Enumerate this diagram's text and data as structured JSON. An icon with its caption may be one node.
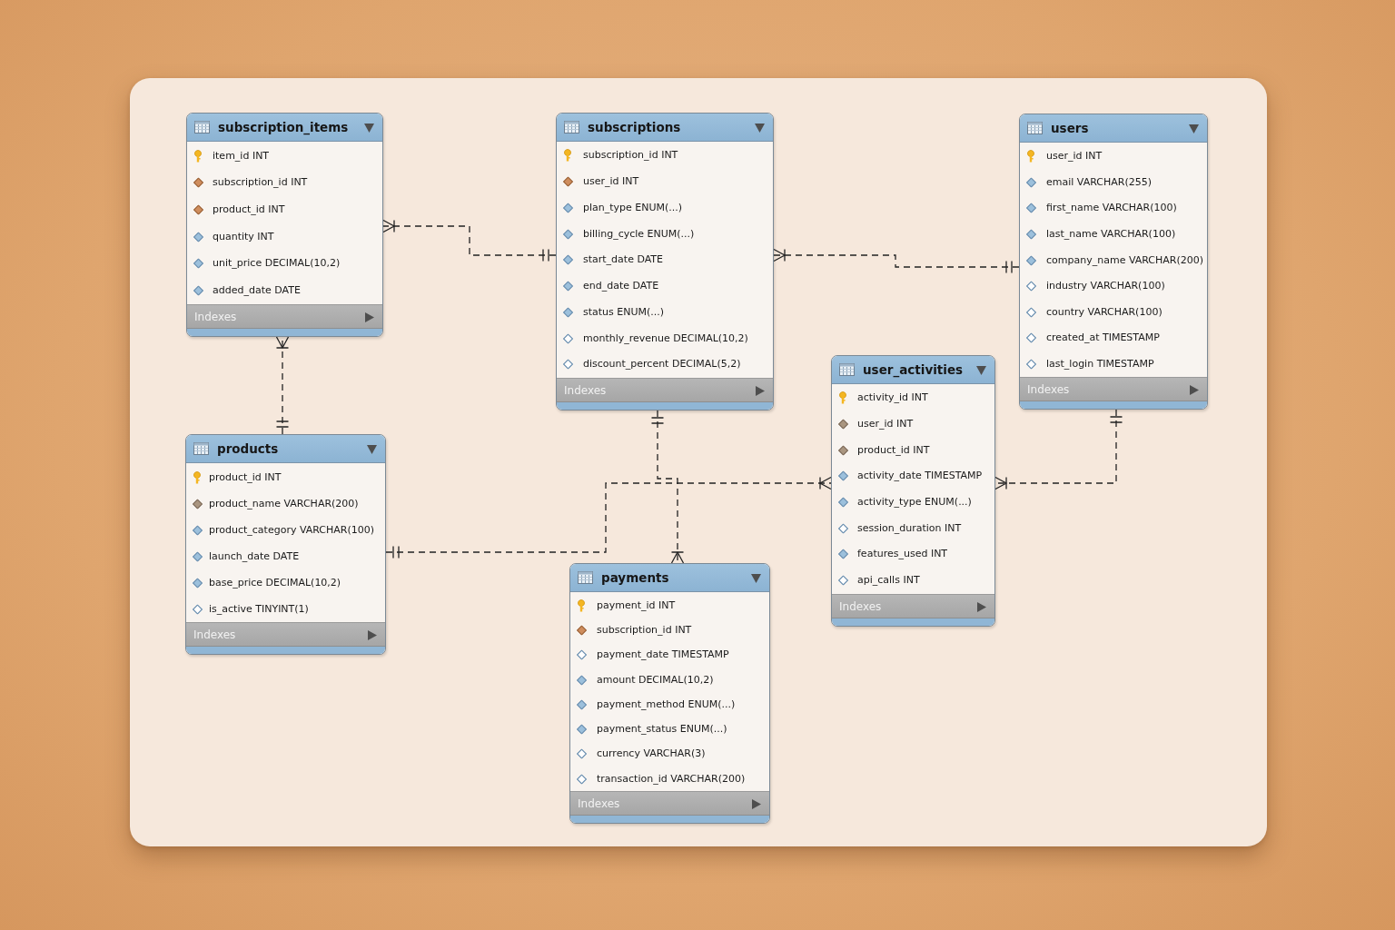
{
  "diagram": {
    "nodes": [
      {
        "text": [
          "subscription_items",
          "item_id INT",
          "subscription_id INT",
          "product_id INT",
          "quantity INT",
          "unit_price DECIMAL(10,2)",
          "added_date DATE",
          "Indexes"
        ]
      },
      {
        "text": [
          "subscriptions",
          "subscription_id INT",
          "user_id INT",
          "plan_type ENUM(...)",
          "billing_cycle ENUM(...)",
          "start_date DATE",
          "end_date DATE",
          "status ENUM(...)",
          "monthly_revenue DECIMAL(10,2)",
          "discount_percent DECIMAL(5,2)",
          "Indexes"
        ]
      },
      {
        "text": [
          "users",
          "user_id INT",
          "email VARCHAR(255)",
          "first_name VARCHAR(100)",
          "last_name VARCHAR(100)",
          "company_name VARCHAR(200)",
          "industry VARCHAR(100)",
          "country VARCHAR(100)",
          "created_at TIMESTAMP",
          "last_login TIMESTAMP",
          "Indexes"
        ]
      },
      {
        "text": [
          "products",
          "product_id INT",
          "product_name VARCHAR(200)",
          "product_category VARCHAR(100)",
          "launch_date DATE",
          "base_price DECIMAL(10,2)",
          "is_active TINYINT(1)",
          "Indexes"
        ]
      },
      {
        "text": [
          "user_activities",
          "activity_id INT",
          "user_id INT",
          "product_id INT",
          "activity_date TIMESTAMP",
          "activity_type ENUM(...)",
          "session_duration INT",
          "features_used INT",
          "api_calls INT",
          "Indexes"
        ]
      },
      {
        "text": [
          "payments",
          "payment_id INT",
          "subscription_id INT",
          "payment_date TIMESTAMP",
          "amount DECIMAL(10,2)",
          "payment_method ENUM(...)",
          "payment_status ENUM(...)",
          "currency VARCHAR(3)",
          "transaction_id VARCHAR(200)",
          "Indexes"
        ]
      }
    ],
    "edges": [
      {
        "from": 1,
        "to": 0,
        "arrow": "other",
        "style": "dashed"
      },
      {
        "from": 2,
        "to": 1,
        "arrow": "other",
        "style": "dashed"
      },
      {
        "from": 3,
        "to": 0,
        "arrow": "other",
        "style": "dashed"
      },
      {
        "from": 2,
        "to": 4,
        "arrow": "other",
        "style": "dashed"
      },
      {
        "from": 1,
        "to": 5,
        "arrow": "other",
        "style": "dashed"
      },
      {
        "from": 3,
        "to": 4,
        "arrow": "other",
        "style": "dashed"
      }
    ]
  }
}
